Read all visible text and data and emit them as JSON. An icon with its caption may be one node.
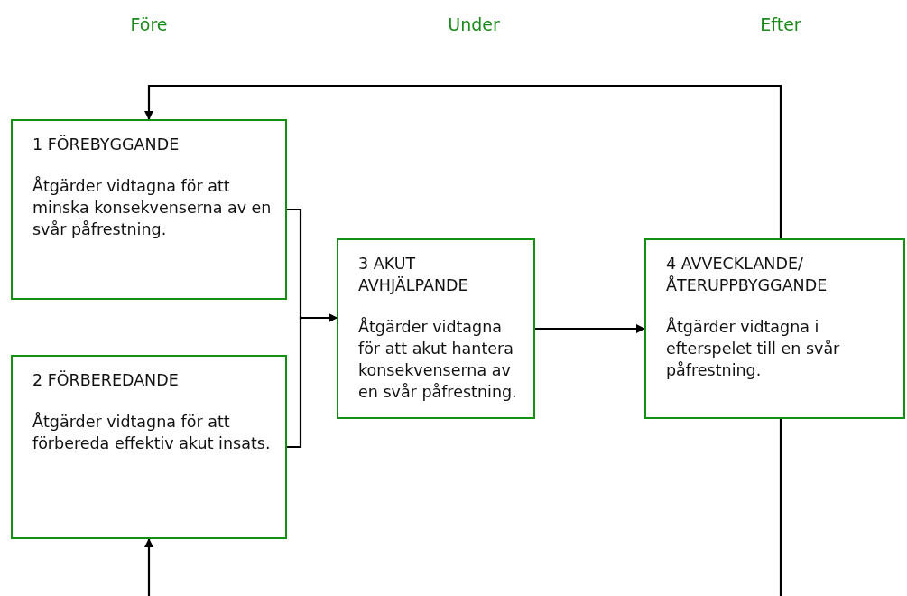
{
  "diagram": {
    "nodes": [
      {
        "text": [
          "1 FÖREBYGGANDE",
          "Åtgärder vidtagna för att minska konsekvenserna av en svår påfrestning."
        ]
      },
      {
        "text": [
          "2 FÖRBEREDANDE",
          "Åtgärder vidtagna för att förbereda effektiv akut insats."
        ]
      },
      {
        "text": [
          "3 AKUT AVHJÄLPANDE",
          "Åtgärder vidtagna för att akut hantera konsekvenserna av en svår påfrestning."
        ]
      },
      {
        "text": [
          "4 AVVECKLANDE/ ÅTERUPPBYGGANDE",
          "Åtgärder vidtagna i efterspelet till en svår påfrestning."
        ]
      }
    ],
    "edges": [
      {
        "from": 0,
        "to": 2,
        "arrow": "to"
      },
      {
        "from": 1,
        "to": 2,
        "arrow": "to"
      },
      {
        "from": 2,
        "to": 3,
        "arrow": "to"
      },
      {
        "from": 3,
        "to": 0,
        "arrow": "to"
      },
      {
        "from": 3,
        "to": null,
        "arrow": "none"
      },
      {
        "from": null,
        "to": 1,
        "arrow": "to"
      }
    ],
    "labels": [
      "Före",
      "Under",
      "Efter"
    ]
  }
}
